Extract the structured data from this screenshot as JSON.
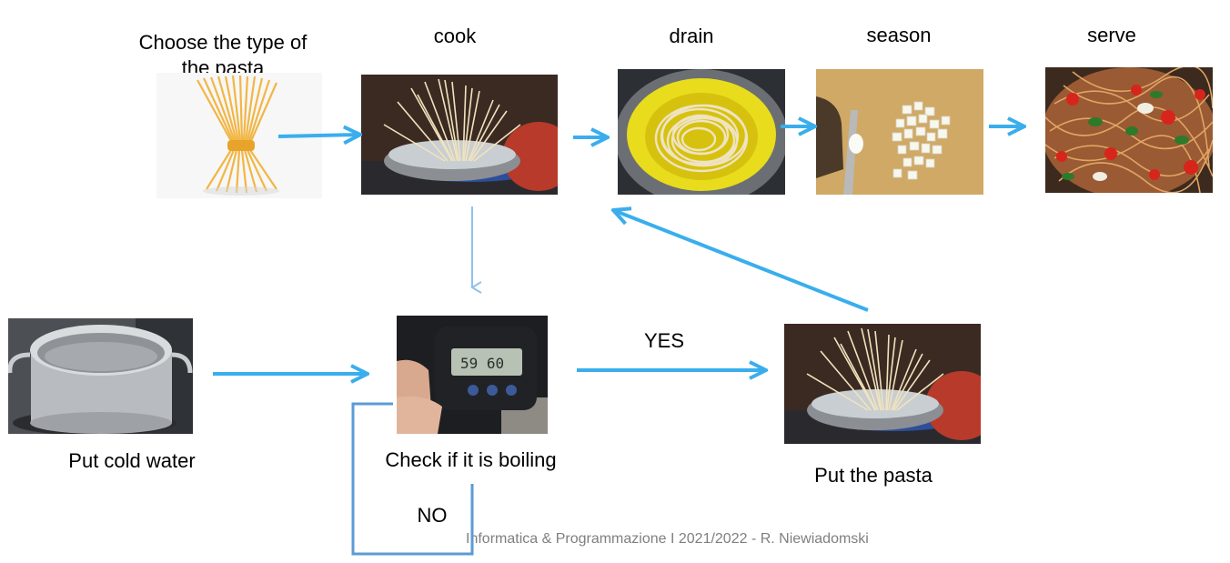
{
  "steps": {
    "choose": "Choose the type of the pasta",
    "cook": "cook",
    "drain": "drain",
    "season": "season",
    "serve": "serve",
    "put_cold_water": "Put cold water",
    "check_boiling": "Check if it is boiling",
    "put_pasta": "Put the pasta"
  },
  "decisions": {
    "yes": "YES",
    "no": "NO"
  },
  "timer_display": "59 60",
  "footer": "Informatica & Programmazione I 2021/2022 - R. Niewiadomski",
  "colors": {
    "arrow": "#3aaeed",
    "arrow_light": "#8fc1ee",
    "loop": "#5b9bd5"
  },
  "icons": {
    "choose": "spaghetti-bundle-icon",
    "cook": "pasta-pot-icon",
    "drain": "colander-icon",
    "season": "chopped-garlic-icon",
    "serve": "pasta-dish-icon",
    "put_cold_water": "water-pot-icon",
    "check_boiling": "timer-icon",
    "put_pasta": "pasta-pot-icon"
  }
}
